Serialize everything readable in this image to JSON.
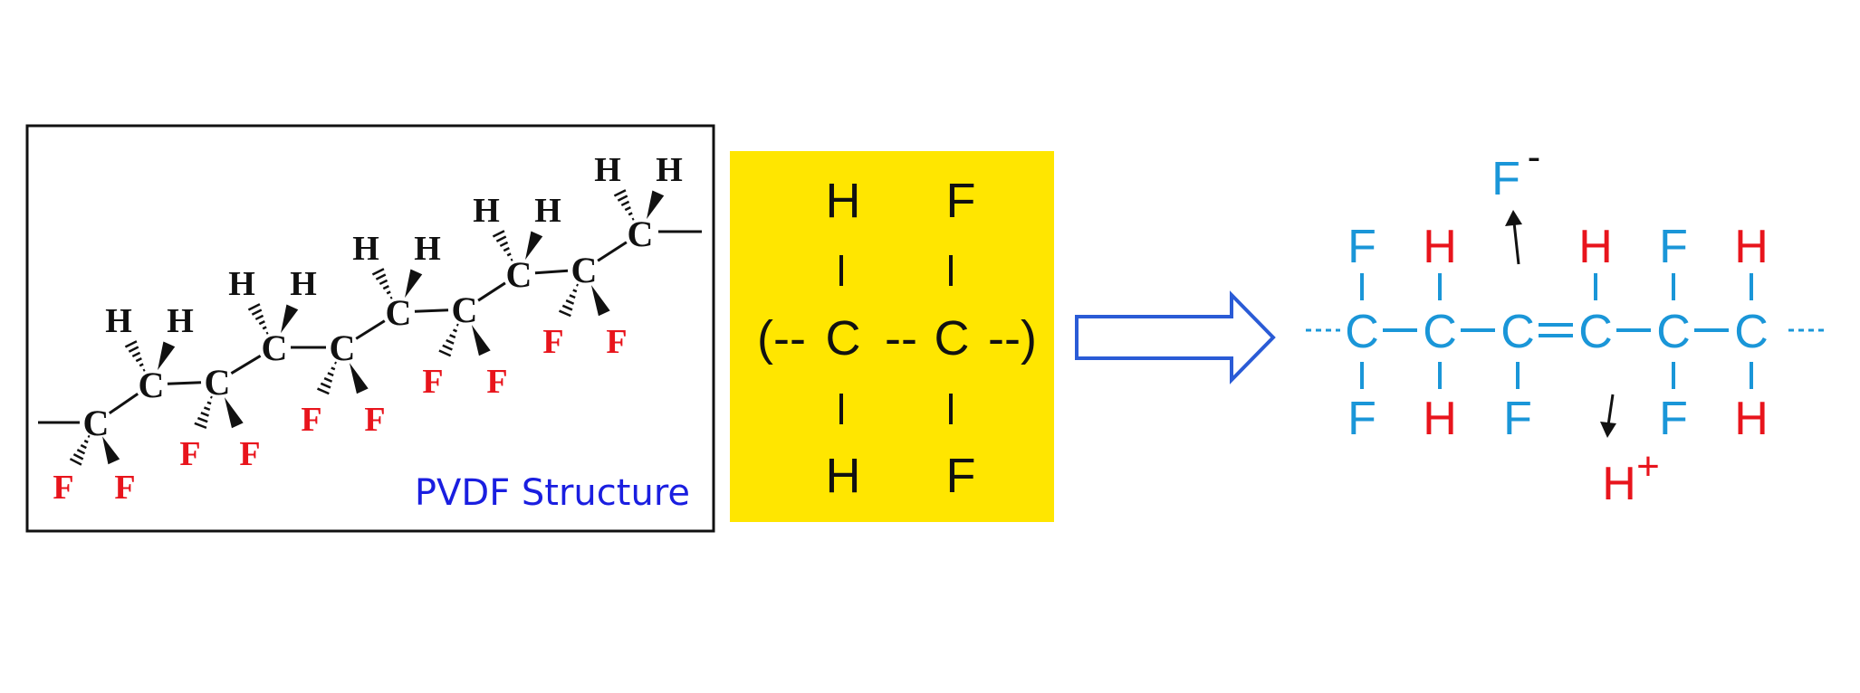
{
  "colors": {
    "black": "#111111",
    "red": "#e8141c",
    "blue_text": "#1a1ee0",
    "cyan": "#1a96d8",
    "yellow": "#ffe600",
    "arrow_blue": "#2a5bd6"
  },
  "pvdf": {
    "caption": "PVDF Structure",
    "c": "C",
    "h": "H",
    "f": "F"
  },
  "monomer": {
    "h": "H",
    "f": "F",
    "c": "C",
    "left_paren": "(--",
    "bond": "--",
    "right_paren": "--)",
    "bar": "|"
  },
  "product": {
    "chain_dots_left": "···",
    "chain_dots_right": "···",
    "c": "C",
    "top_row": [
      "F",
      "H",
      "",
      "H",
      "F",
      "H"
    ],
    "bottom_row": [
      "F",
      "H",
      "F",
      "",
      "F",
      "H"
    ],
    "double_bond": "=",
    "bond": "–",
    "f_ion": "F",
    "f_charge": "-",
    "h_ion": "H",
    "h_charge": "+"
  }
}
